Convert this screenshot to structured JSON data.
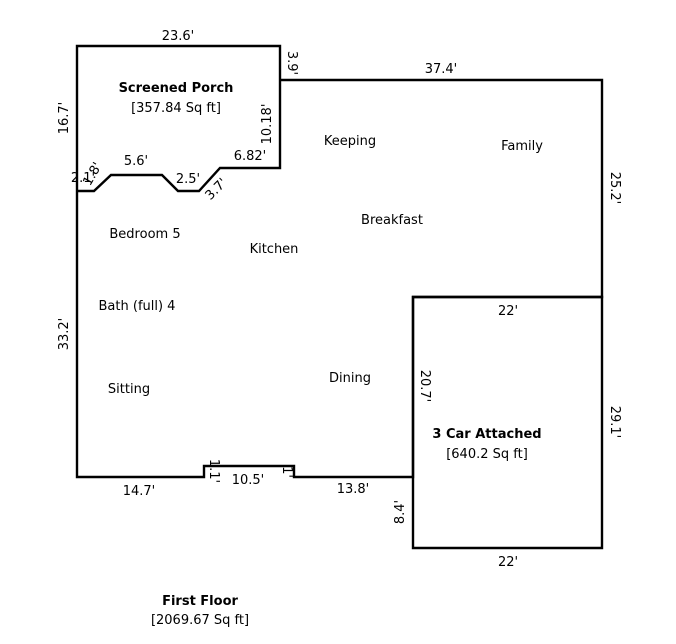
{
  "floor": {
    "title": "First Floor",
    "area": "[2069.67 Sq ft]"
  },
  "porch": {
    "title": "Screened Porch",
    "area": "[357.84 Sq ft]"
  },
  "garage": {
    "title": "3 Car Attached",
    "area": "[640.2 Sq ft]"
  },
  "rooms": {
    "keeping": "Keeping",
    "family": "Family",
    "breakfast": "Breakfast",
    "bedroom5": "Bedroom 5",
    "kitchen": "Kitchen",
    "bath4": "Bath (full) 4",
    "sitting": "Sitting",
    "dining": "Dining"
  },
  "dimensions": {
    "porch_top": "23.6'",
    "porch_left": "16.7'",
    "porch_right": "10.18'",
    "porch_bottom_right": "6.82'",
    "porch_step": "3.9'",
    "porch_angle": "3.7'",
    "porch_notch": "2.5'",
    "porch_mid": "5.6'",
    "porch_short_a": "2.1'",
    "porch_short_b": "1.8'",
    "house_top": "37.4'",
    "house_right": "25.2'",
    "house_left": "33.2'",
    "house_bottom_left": "14.7'",
    "house_bottom_mid": "10.5'",
    "house_bottom_right": "13.8'",
    "house_notch_a": "1.1'",
    "house_notch_b": "1'",
    "garage_top": "22'",
    "garage_left": "20.7'",
    "garage_right": "29.1'",
    "garage_bottom": "22'",
    "garage_lower_left": "8.4'"
  }
}
